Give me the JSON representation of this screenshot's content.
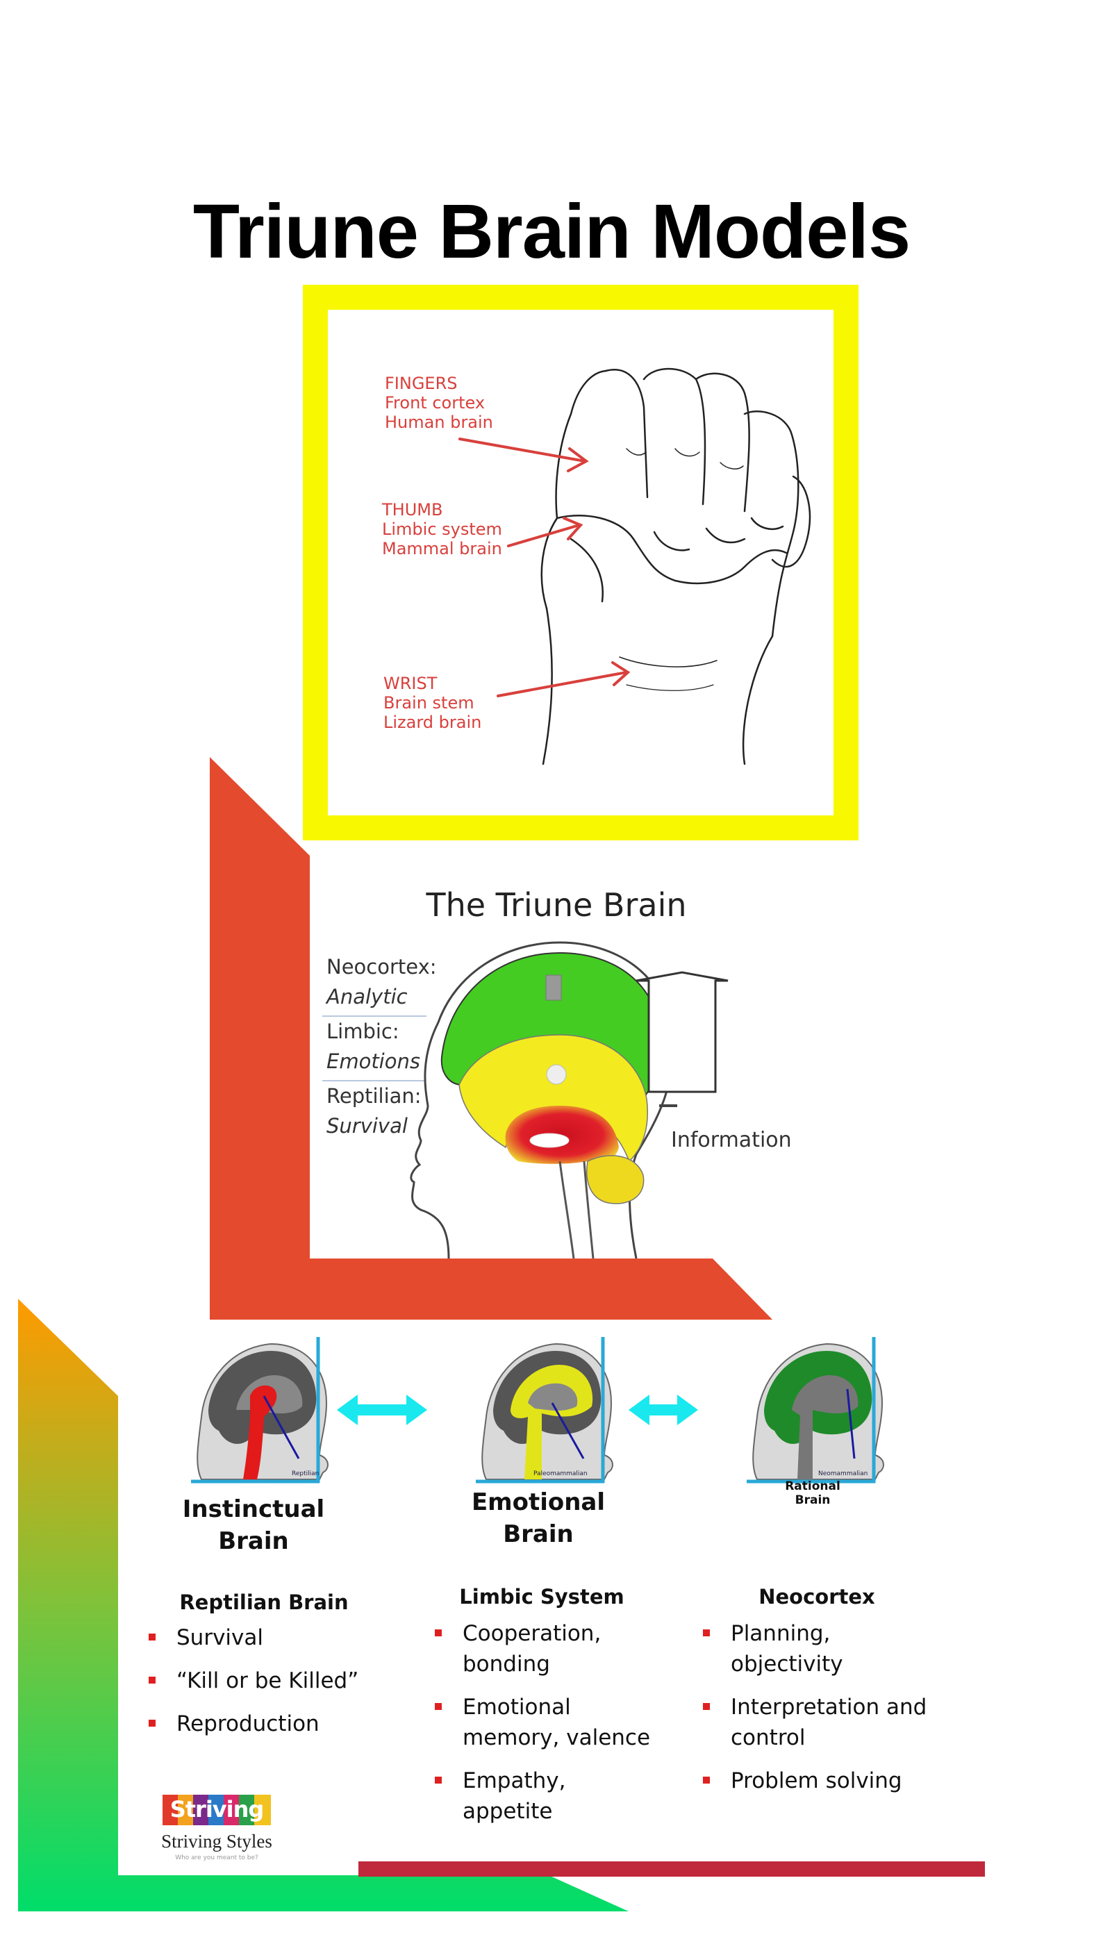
{
  "title": "Triune Brain Models",
  "fist": {
    "fingers": [
      "FINGERS",
      "Front cortex",
      "Human brain"
    ],
    "thumb": [
      "THUMB",
      "Limbic system",
      "Mammal brain"
    ],
    "wrist": [
      "WRIST",
      "Brain stem",
      "Lizard brain"
    ]
  },
  "triune": {
    "title": "The Triune Brain",
    "neocortex_label": "Neocortex:",
    "neocortex_role": "Analytic",
    "limbic_label": "Limbic:",
    "limbic_role": "Emotions",
    "reptilian_label": "Reptilian:",
    "reptilian_role": "Survival",
    "arrow_label": "Information"
  },
  "brains": {
    "instinctual": "Instinctual Brain",
    "emotional": "Emotional Brain",
    "rational": "Rational Brain",
    "reptilian_tag": "Reptilian",
    "paleo_tag": "Paleomammalian",
    "neo_tag": "Neomammalian"
  },
  "columns": [
    {
      "head": "Reptilian Brain",
      "items": [
        "Survival",
        "“Kill or be Killed”",
        "Reproduction"
      ]
    },
    {
      "head": "Limbic System",
      "items": [
        "Cooperation, bonding",
        "Emotional memory, valence",
        "Empathy, appetite"
      ]
    },
    {
      "head": "Neocortex",
      "items": [
        "Planning, objectivity",
        "Interpretation and control",
        "Problem solving"
      ]
    }
  ],
  "logo": {
    "word": "Striving",
    "name": "Striving Styles",
    "tagline": "Who are you meant to be?"
  },
  "colors": {
    "yellow_frame": "#f8f800",
    "red_arrow_shape": "#e44a2e",
    "orange_top": "#ff9a00",
    "green_bottom": "#00dd6a",
    "cyan_arrows": "#19e8ef",
    "label_red": "#d8403c",
    "bottom_bar": "#c0283c"
  }
}
